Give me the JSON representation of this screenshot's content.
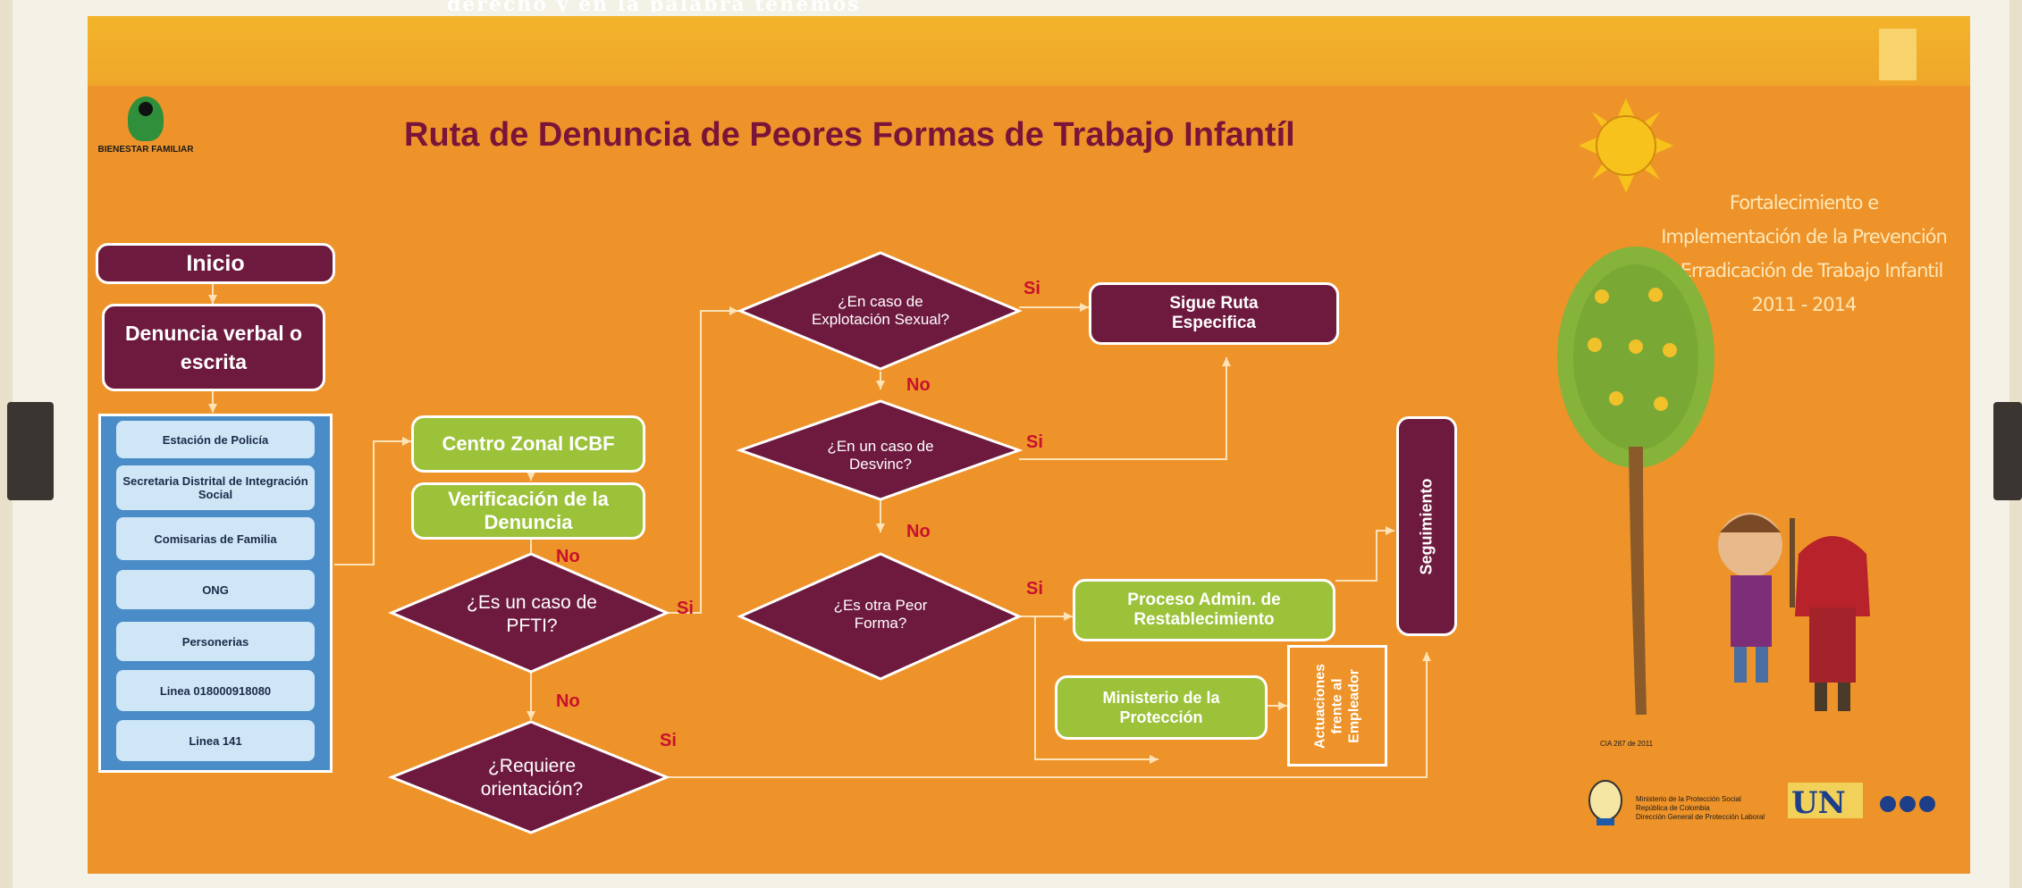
{
  "top_cut_text": "derecho y en la palabra tenemos",
  "title": "Ruta de Denuncia de Peores Formas de  Trabajo Infantíl",
  "logo_text": "BIENESTAR FAMILIAR",
  "side_text": "Fortalecimiento e Implementación de la Prevención y Erradicación de Trabajo Infantil 2011 - 2014",
  "nodes": {
    "inicio": "Inicio",
    "denuncia": "Denuncia verbal o escrita",
    "centro_zonal": "Centro Zonal ICBF",
    "verificacion": "Verificación de la Denuncia",
    "es_pfti": "¿Es un caso de PFTI?",
    "requiere": "¿Requiere orientación?",
    "explotacion": "¿En caso de Explotación Sexual?",
    "desvinc": "¿En un caso de Desvinc?",
    "otra_peor": "¿Es otra Peor Forma?",
    "sigue_ruta": "Sigue Ruta Especifica",
    "proceso_admin": "Proceso Admin. de Restablecimiento",
    "ministerio": "Ministerio de la Protección",
    "actuaciones": "Actuaciones frente al Empleador",
    "seguimiento": "Seguimiento"
  },
  "options": [
    "Estación de Policía",
    "Secretaria Distrital de Integración Social",
    "Comisarias de Familia",
    "ONG",
    "Personerias",
    "Linea 018000918080",
    "Linea 141"
  ],
  "labels": {
    "si": "Si",
    "no": "No"
  },
  "colors": {
    "slide": "#ee9329",
    "maroon": "#6e1a3e",
    "green": "#9cc23a",
    "blue_panel": "#4a8cc7",
    "title": "#7a1438"
  }
}
